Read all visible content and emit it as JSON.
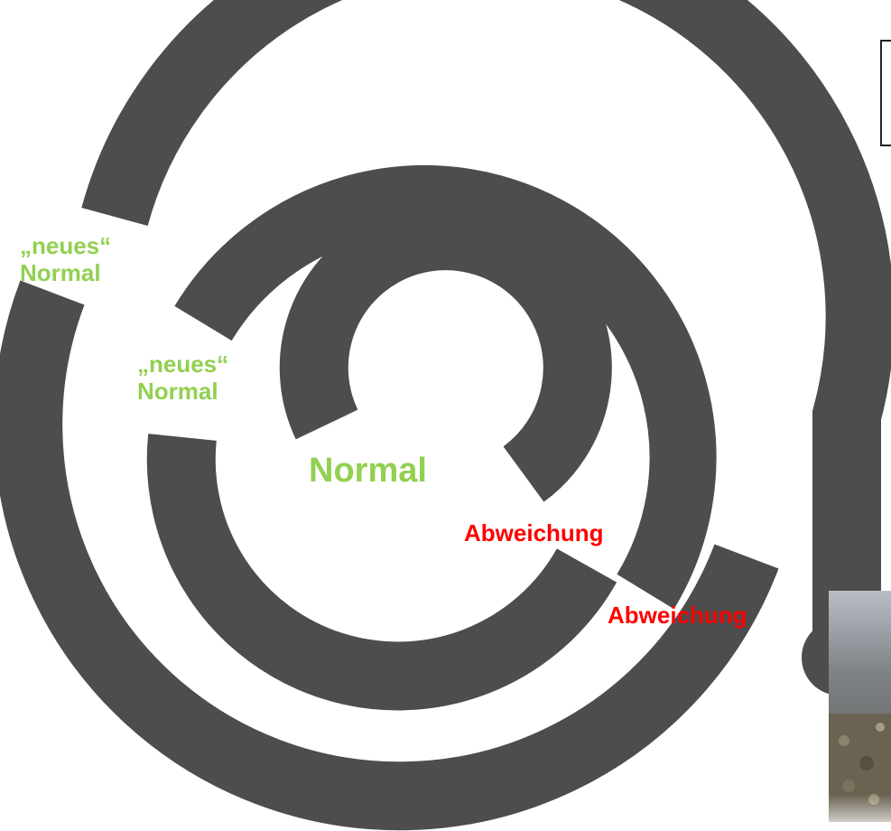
{
  "diagram": {
    "labels": {
      "outer_new_normal": "„neues“\nNormal",
      "inner_new_normal": "„neues“\nNormal",
      "center_normal": "Normal",
      "inner_deviation": "Abweichung",
      "outer_deviation": "Abweichung"
    },
    "colors": {
      "spiral": "#4d4d4d",
      "normal": "#92d050",
      "deviation": "#ff0000"
    }
  }
}
